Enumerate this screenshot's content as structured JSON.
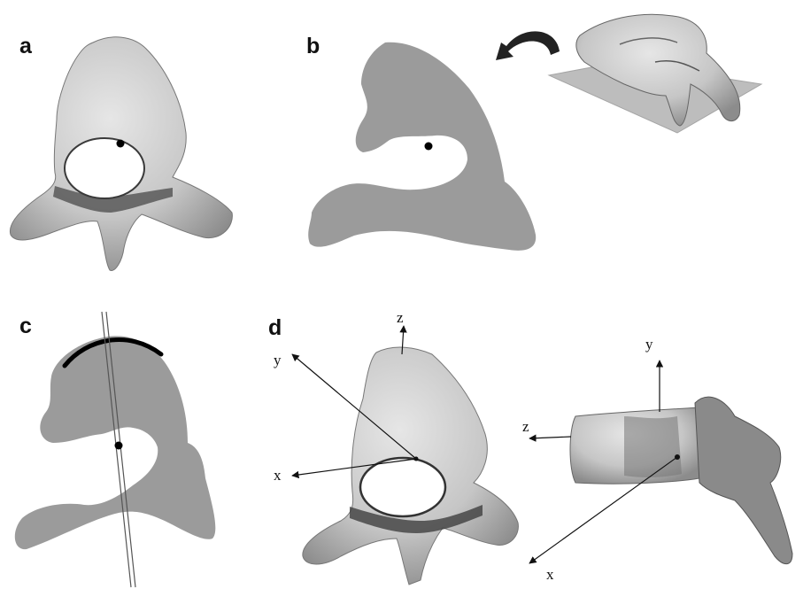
{
  "panels": {
    "a": {
      "label": "a"
    },
    "b": {
      "label": "b"
    },
    "c": {
      "label": "c"
    },
    "d": {
      "label": "d"
    }
  },
  "axes_d_front": {
    "x": "x",
    "y": "y",
    "z": "z"
  },
  "axes_d_side": {
    "x": "x",
    "y": "y",
    "z": "z"
  },
  "colors": {
    "bone": "#cfcfcf",
    "bone_shadow": "#6a6a6a",
    "silhouette": "#9b9b9b",
    "line": "#111111",
    "background": "#ffffff"
  }
}
